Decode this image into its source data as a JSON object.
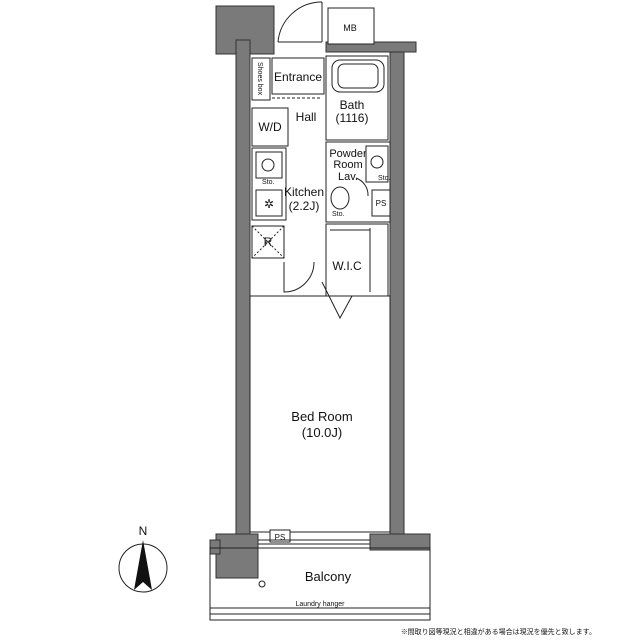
{
  "labels": {
    "mb": "MB",
    "entrance": "Entrance",
    "shoes_box": "Shoes box",
    "hall": "Hall",
    "wd": "W/D",
    "bath": "Bath",
    "bath_size": "(1116)",
    "powder_room": "Powder",
    "powder_room2": "Room",
    "lav": "Lav.",
    "sto1": "Sto.",
    "sto2": "Sto.",
    "sto3": "Sto.",
    "ps_top": "PS",
    "kitchen": "Kitchen",
    "kitchen_size": "(2.2J)",
    "refrigerator": "R",
    "wic": "W.I.C",
    "bedroom": "Bed Room",
    "bedroom_size": "(10.0J)",
    "ps_bottom": "PS",
    "north": "N",
    "balcony": "Balcony",
    "laundry": "Laundry hanger",
    "footnote": "※間取り図等現況と相違がある場合は現況を優先と致します。"
  }
}
